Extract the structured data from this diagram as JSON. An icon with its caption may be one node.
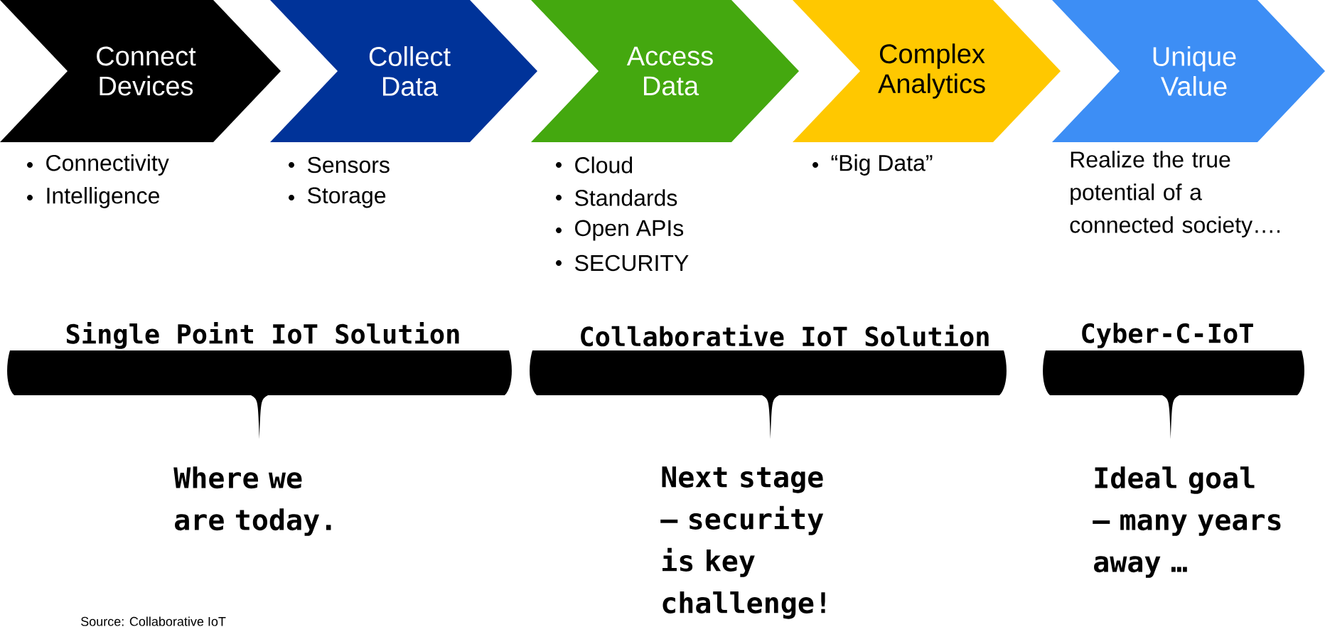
{
  "diagram": {
    "nodes": [
      {
        "text": [
          "Connect Devices"
        ],
        "beside": [
          "Connectivity",
          "Intelligence"
        ]
      },
      {
        "text": [
          "Collect Data"
        ],
        "beside": [
          "Sensors",
          "Storage"
        ]
      },
      {
        "text": [
          "Access Data"
        ],
        "beside": [
          "Cloud",
          "Standards",
          "Open APIs",
          "SECURITY"
        ]
      },
      {
        "text": [
          "Complex Analytics"
        ],
        "beside": [
          "“Big Data”"
        ]
      },
      {
        "text": [
          "Unique Value"
        ],
        "beside": [
          "Realize the true potential of a connected society…."
        ]
      },
      {
        "text": [
          "Single Point IoT Solution"
        ],
        "beside": [
          "Where we are today."
        ]
      },
      {
        "text": [
          "Collaborative IoT Solution"
        ],
        "beside": [
          "Next stage – security is key challenge!"
        ]
      },
      {
        "text": [
          "Cyber-C-IoT"
        ],
        "beside": [
          "Ideal goal – many years away …"
        ]
      }
    ],
    "labels": [
      "Source: Collaborative IoT"
    ]
  }
}
